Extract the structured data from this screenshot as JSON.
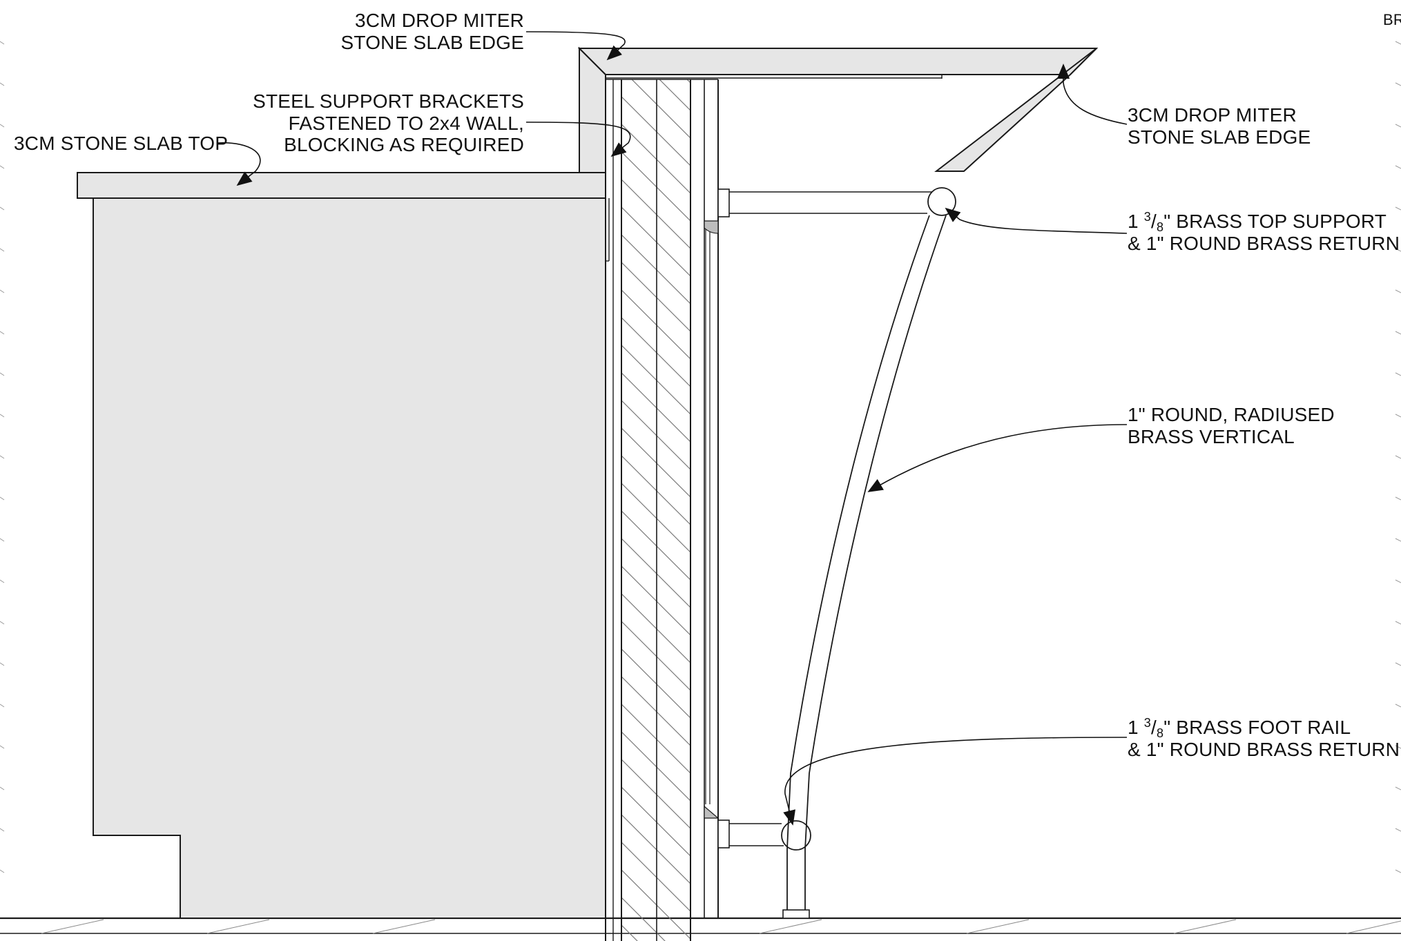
{
  "diagram": {
    "corner_text": "BR",
    "labels": {
      "left_edge": {
        "line1": "3CM DROP MITER",
        "line2": "STONE SLAB EDGE"
      },
      "slab_top": {
        "line1": "3CM STONE SLAB TOP"
      },
      "brackets": {
        "line1": "STEEL SUPPORT BRACKETS",
        "line2": "FASTENED TO 2x4 WALL,",
        "line3": "BLOCKING AS REQUIRED"
      },
      "right_edge": {
        "line1": "3CM DROP MITER",
        "line2": "STONE SLAB EDGE"
      },
      "top_support": {
        "prefix": "1 ",
        "sup": "3",
        "slash": "/",
        "sub": "8",
        "line1_rest": "\" BRASS TOP SUPPORT",
        "line2": "& 1\" ROUND BRASS RETURN"
      },
      "vertical": {
        "line1": "1\" ROUND, RADIUSED",
        "line2": "BRASS VERTICAL"
      },
      "foot_rail": {
        "prefix": "1 ",
        "sup": "3",
        "slash": "/",
        "sub": "8",
        "line1_rest": "\" BRASS FOOT RAIL",
        "line2": "& 1\" ROUND BRASS RETURN"
      }
    },
    "colors": {
      "line": "#1a1a1a",
      "fill": "#e6e6e6",
      "background": "#ffffff"
    }
  }
}
